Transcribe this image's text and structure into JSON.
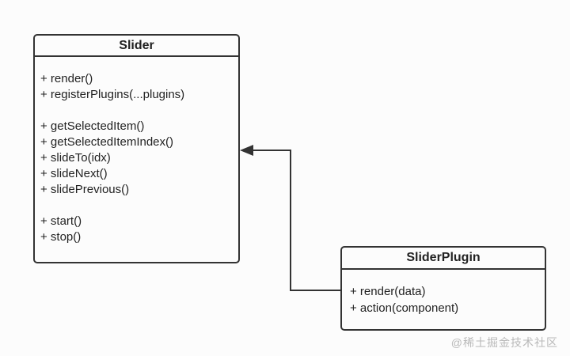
{
  "diagram": {
    "slider_class": {
      "title": "Slider",
      "method_groups": [
        [
          "+ render()",
          "+ registerPlugins(...plugins)"
        ],
        [
          "+ getSelectedItem()",
          "+ getSelectedItemIndex()",
          "+ slideTo(idx)",
          "+ slideNext()",
          "+ slidePrevious()"
        ],
        [
          "+ start()",
          "+ stop()"
        ]
      ]
    },
    "slider_plugin_class": {
      "title": "SliderPlugin",
      "method_groups": [
        [
          "+ render(data)",
          "+ action(component)"
        ]
      ]
    },
    "relationship": {
      "type": "directed-association",
      "from": "SliderPlugin",
      "to": "Slider"
    },
    "watermark": "@稀土掘金技术社区",
    "colors": {
      "line": "#333333",
      "text": "#222222",
      "background": "#fcfcfc",
      "watermark": "#b9b9b9"
    }
  }
}
